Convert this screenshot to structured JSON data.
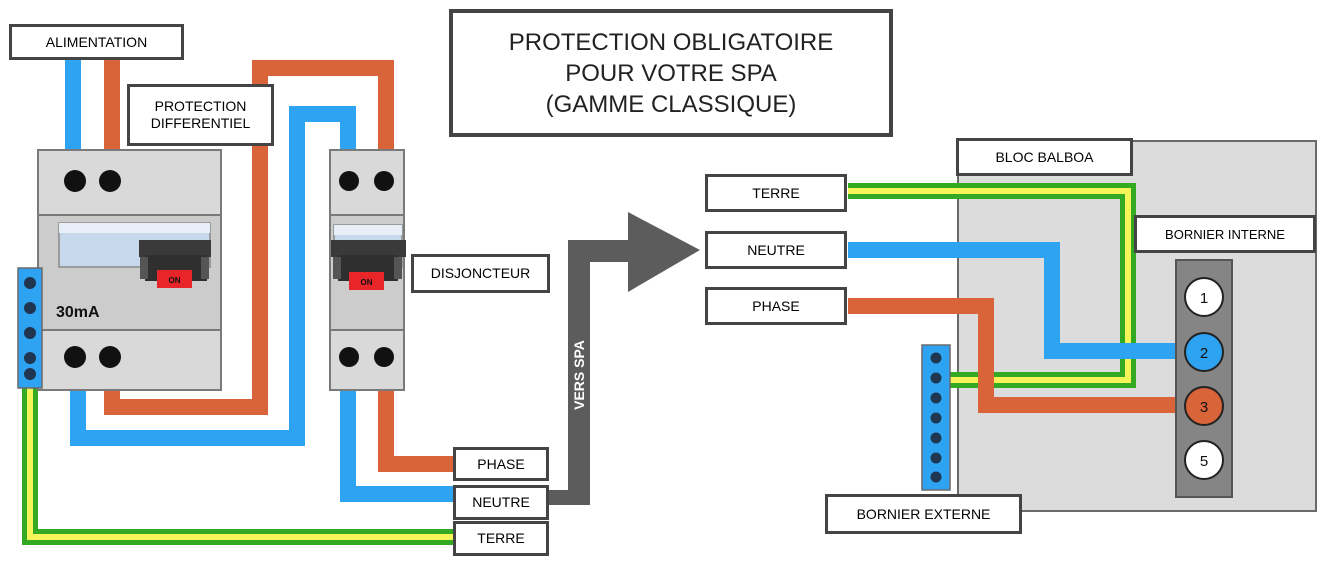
{
  "title": {
    "line1": "PROTECTION OBLIGATOIRE",
    "line2": "POUR VOTRE SPA",
    "line3": "(GAMME CLASSIQUE)"
  },
  "labels": {
    "alimentation": "ALIMENTATION",
    "protection_line1": "PROTECTION",
    "protection_line2": "DIFFERENTIEL",
    "disjoncteur": "DISJONCTEUR",
    "vers_spa": "VERS SPA",
    "bloc_balboa": "BLOC BALBOA",
    "bornier_interne": "BORNIER INTERNE",
    "bornier_externe": "BORNIER EXTERNE"
  },
  "rcd": {
    "rating": "30mA",
    "switch_text": "ON"
  },
  "breaker": {
    "switch_text": "ON"
  },
  "output_wires": {
    "phase": "PHASE",
    "neutre": "NEUTRE",
    "terre": "TERRE"
  },
  "spa_wires": {
    "terre": "TERRE",
    "neutre": "NEUTRE",
    "phase": "PHASE"
  },
  "terminals": [
    "1",
    "2",
    "3",
    "5"
  ],
  "colors": {
    "phase_wire": "#d9643a",
    "neutral_wire": "#2ea3f2",
    "earth_green": "#33aa22",
    "earth_yellow": "#f5f55a",
    "device_gray": "#d9d9d9",
    "switch_red": "#e8262a",
    "arrow_gray": "#5c5c5c",
    "box_gray": "#dcdcdc"
  }
}
